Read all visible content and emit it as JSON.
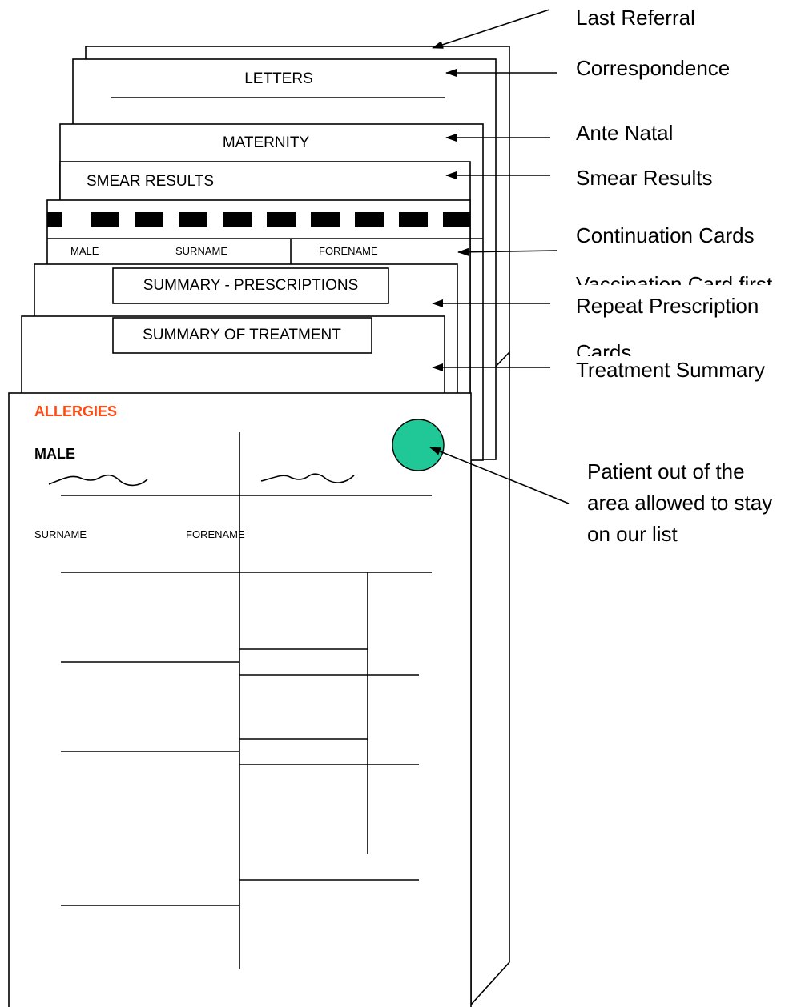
{
  "cards": {
    "letters": "LETTERS",
    "maternity": "MATERNITY",
    "smear": "SMEAR RESULTS",
    "continuation": {
      "male": "MALE",
      "surname": "SURNAME",
      "forename": "FORENAME"
    },
    "prescriptions": "SUMMARY - PRESCRIPTIONS",
    "treatment": "SUMMARY OF TREATMENT"
  },
  "front_card": {
    "allergies": "ALLERGIES",
    "male": "MALE",
    "surname": "SURNAME",
    "forename": "FORENAME"
  },
  "labels": {
    "last_referral": "Last Referral",
    "correspondence": "Correspondence",
    "ante_natal": "Ante Natal",
    "smear_results": "Smear Results",
    "continuation_cards": "Continuation Cards",
    "vaccination_card": "Vaccination Card first",
    "repeat_prescription": "Repeat Prescription",
    "cards": "Cards",
    "treatment_summary": "Treatment Summary",
    "patient_note_1": "Patient out of the",
    "patient_note_2": "area allowed to stay",
    "patient_note_3": "on our list"
  },
  "colors": {
    "allergies": "#ff4a14",
    "sticker": "#1fc896"
  }
}
